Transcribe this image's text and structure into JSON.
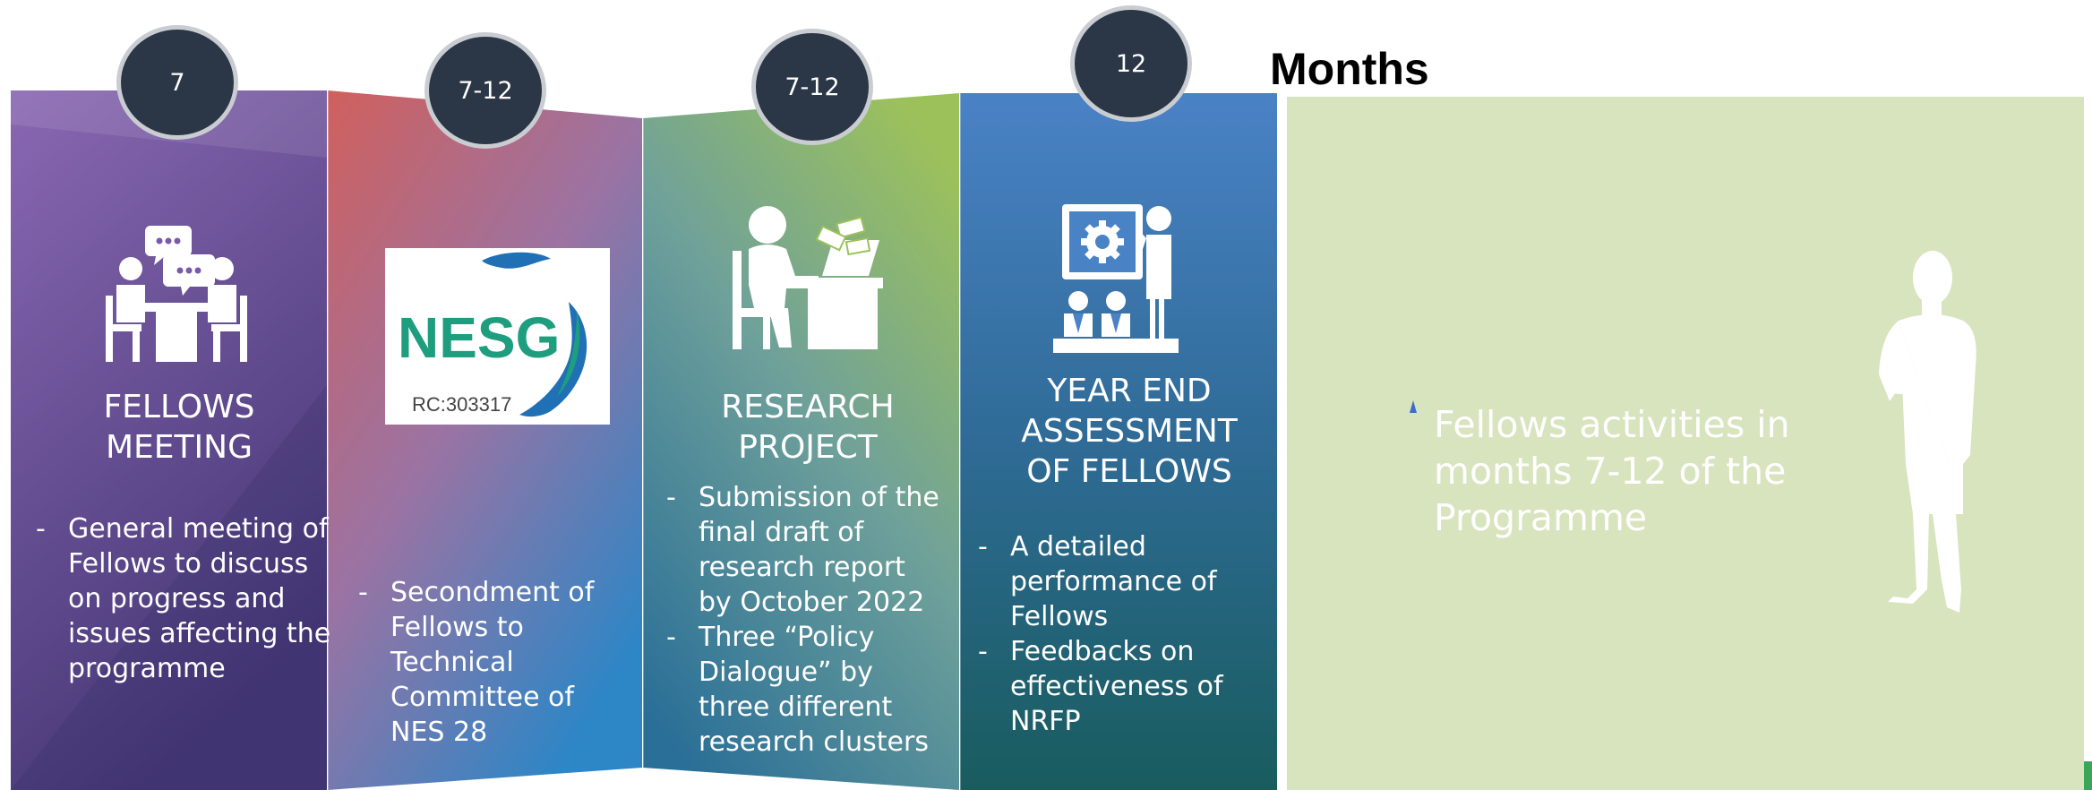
{
  "header": {
    "months_label": "Months"
  },
  "panels": [
    {
      "badge": "7",
      "title_lines": [
        "FELLOWS",
        "MEETING"
      ],
      "bullets": [
        "General meeting of Fellows to discuss on progress and issues affecting the programme"
      ],
      "icon": "meeting-people-icon",
      "color": "#7a5aa8"
    },
    {
      "badge": "7-12",
      "title_lines": [],
      "bullets": [
        "Secondment of Fellows to Technical Committee of NES 28"
      ],
      "icon": "nesg-logo",
      "color": "#c45f6a"
    },
    {
      "badge": "7-12",
      "title_lines": [
        "RESEARCH",
        "PROJECT"
      ],
      "bullets": [
        "Submission of the final draft of research report by October 2022",
        "Three “Policy Dialogue” by three different research clusters"
      ],
      "icon": "researcher-laptop-icon",
      "color": "#9fbe6a"
    },
    {
      "badge": "12",
      "title_lines": [
        "YEAR END",
        "ASSESSMENT",
        "OF FELLOWS"
      ],
      "bullets": [
        "A detailed performance of Fellows",
        "Feedbacks on effectiveness of NRFP"
      ],
      "icon": "presentation-icon",
      "color": "#3b78b5"
    }
  ],
  "logo": {
    "name": "NESG",
    "reg": "RC:303317",
    "text_color": "#1e9e7e",
    "blue": "#1f70b5"
  },
  "summary": {
    "text": "Fellows activities in months 7-12 of the Programme"
  },
  "colors": {
    "badge": "#2b3646",
    "green_panel": "#d7e4bd"
  }
}
